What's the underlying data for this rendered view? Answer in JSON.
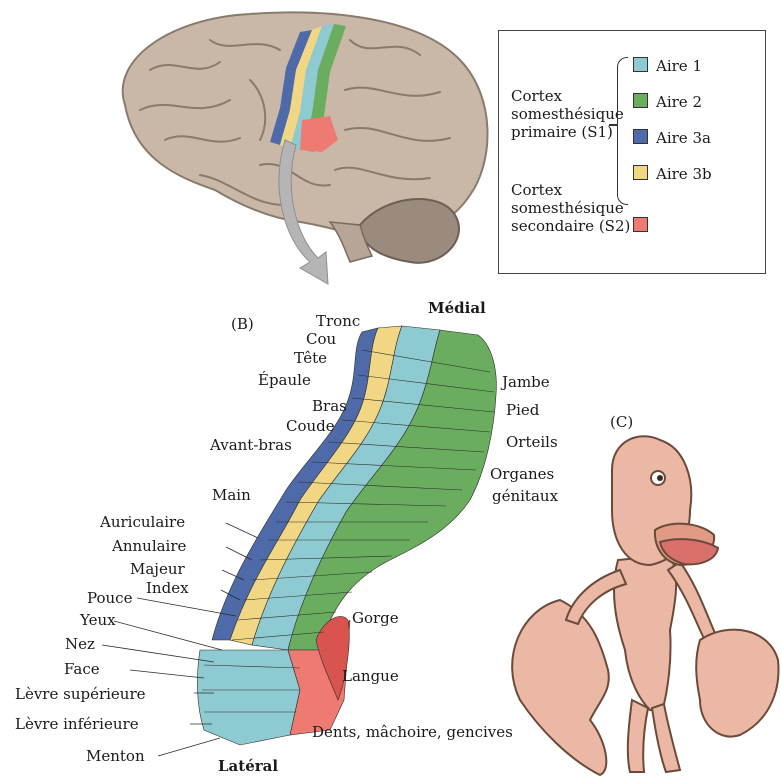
{
  "legend": {
    "primary_label": "Cortex somesthésique primaire (S1)",
    "primary_lines": [
      "Cortex",
      "somesthésique",
      "primaire (S1)"
    ],
    "areas": [
      {
        "label": "Aire 1",
        "color": "#8ecad2"
      },
      {
        "label": "Aire 2",
        "color": "#6aad5e"
      },
      {
        "label": "Aire 3a",
        "color": "#4e6aa8"
      },
      {
        "label": "Aire 3b",
        "color": "#f1d784"
      }
    ],
    "secondary_lines": [
      "Cortex",
      "somesthésique",
      "secondaire (S2)"
    ],
    "secondary_color": "#ee7a72"
  },
  "panel_b": {
    "panel_label": "(B)",
    "medial": "Médial",
    "lateral": "Latéral",
    "left_labels": [
      {
        "text": "Tronc"
      },
      {
        "text": "Cou"
      },
      {
        "text": "Tête"
      },
      {
        "text": "Épaule"
      },
      {
        "text": "Bras"
      },
      {
        "text": "Coude"
      },
      {
        "text": "Avant-bras"
      },
      {
        "text": "Main"
      },
      {
        "text": "Auriculaire"
      },
      {
        "text": "Annulaire"
      },
      {
        "text": "Majeur"
      },
      {
        "text": "Index"
      },
      {
        "text": "Pouce"
      },
      {
        "text": "Yeux"
      },
      {
        "text": "Nez"
      },
      {
        "text": "Face"
      },
      {
        "text": "Lèvre supérieure"
      },
      {
        "text": "Lèvre inférieure"
      },
      {
        "text": "Menton"
      }
    ],
    "right_labels": [
      {
        "text": "Jambe"
      },
      {
        "text": "Pied"
      },
      {
        "text": "Orteils"
      },
      {
        "text": "Organes"
      },
      {
        "text": "génitaux"
      },
      {
        "text": "Gorge"
      },
      {
        "text": "Langue"
      },
      {
        "text": "Dents, mâchoire, gencives"
      }
    ]
  },
  "panel_c": {
    "panel_label": "(C)"
  },
  "colors": {
    "brain": "#c9b8a8",
    "brain_dark": "#8a7a6c",
    "cerebellum": "#9b8b7e",
    "arrow": "#b5b5b5",
    "homunculus": "#eab8a4",
    "homunculus_outline": "#6b4a3a",
    "tongue": "#d9706b"
  }
}
